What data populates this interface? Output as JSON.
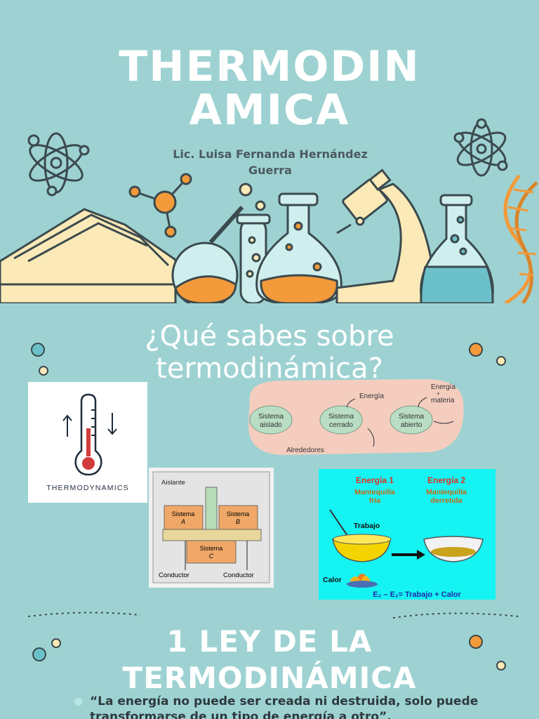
{
  "slide1": {
    "title_line1": "THERMODIN",
    "title_line2": "AMICA",
    "author_line1": "Lic. Luisa Fernanda Hernández",
    "author_line2": "Guerra"
  },
  "slide2": {
    "title_line1": "¿Qué sabes sobre",
    "title_line2": "termodinámica?",
    "thermo_card": {
      "caption": "THERMODYNAMICS",
      "icon": "thermometer-icon"
    },
    "systems_diagram": {
      "top_label_1": "Energía",
      "top_label_2": "Energía",
      "top_label_2b": "+",
      "top_label_2c": "materia",
      "node1_l1": "Sistema",
      "node1_l2": "aislado",
      "node2_l1": "Sistema",
      "node2_l2": "cerrado",
      "node3_l1": "Sistema",
      "node3_l2": "abierto",
      "bottom_label": "Alrededores"
    },
    "insulator_figure": {
      "aislante": "Aislante",
      "sysA_l1": "Sistema",
      "sysA_l2": "A",
      "sysB_l1": "Sistema",
      "sysB_l2": "B",
      "sysC_l1": "Sistema",
      "sysC_l2": "C",
      "conductor_left": "Conductor",
      "conductor_right": "Conductor"
    },
    "energy_figure": {
      "energia1": "Energía 1",
      "energia2": "Energía 2",
      "e1_sub1": "Mantequilla",
      "e1_sub2": "fría",
      "e2_sub1": "Mantequilla",
      "e2_sub2": "derretida",
      "trabajo": "Trabajo",
      "calor": "Calor",
      "equation": "E₂ – E₁= Trabajo + Calor"
    }
  },
  "slide3": {
    "title_line1": "1 LEY DE LA",
    "title_line2": "TERMODINÁMICA",
    "quote": "“La energía no puede ser creada ni destruida, solo puede transformarse de un tipo de energía a otro”."
  },
  "colors": {
    "background": "#9ed2d2",
    "accent_orange": "#f39a3a",
    "dark": "#3b4a4e"
  }
}
